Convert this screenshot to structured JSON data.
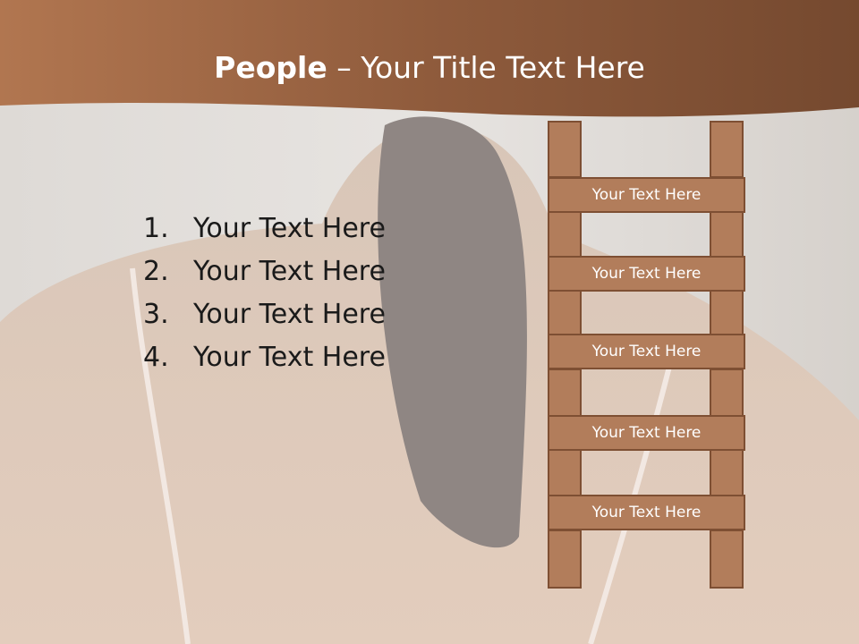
{
  "slide": {
    "title_bold": "People",
    "title_rest": " – Your Title Text Here",
    "list": [
      {
        "number": "1.",
        "text": "Your Text Here"
      },
      {
        "number": "2.",
        "text": "Your Text Here"
      },
      {
        "number": "3.",
        "text": "Your Text Here"
      },
      {
        "number": "4.",
        "text": "Your Text Here"
      }
    ],
    "ladder_steps": [
      "Your Text Here",
      "Your Text Here",
      "Your Text Here",
      "Your Text Here",
      "Your Text Here"
    ]
  },
  "colors": {
    "banner": "#9e6745",
    "ladder_fill": "#b27d5b",
    "ladder_border": "#7e4f33",
    "text": "#1a1a1a"
  }
}
